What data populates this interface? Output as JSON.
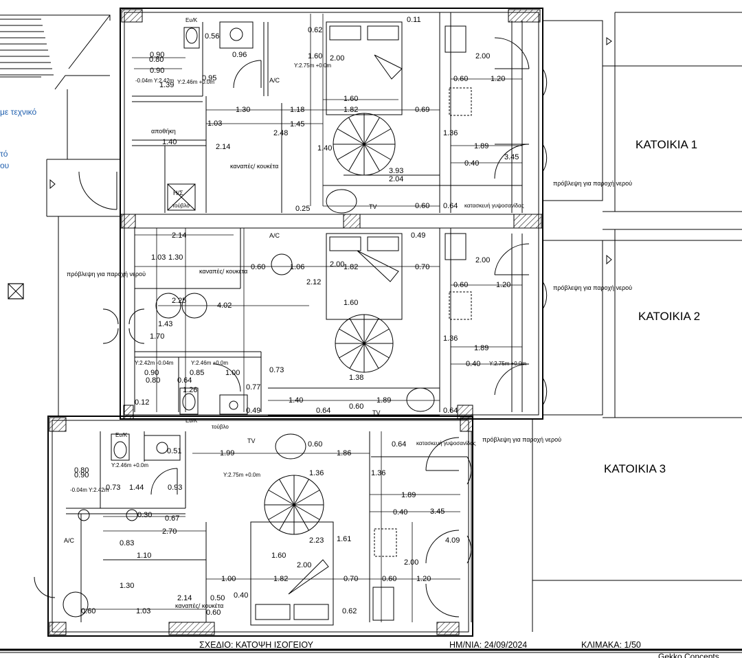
{
  "units": {
    "unit1": "ΚΑΤΟΙΚΙΑ 1",
    "unit2": "ΚΑΤΟΙΚΙΑ 2",
    "unit3": "ΚΑΤΟΙΚΙΑ 3"
  },
  "room_labels": {
    "storage": "αποθήκη",
    "bunk_1": "καναπές/ κουκέτα",
    "bunk_2": "καναπές/ κουκέτα",
    "bunk_3": "καναπές/ κουκέτα",
    "water_1": "πρόβλεψη για παροχή νερού",
    "water_2": "πρόβλεψη για παροχή νερού",
    "water_3": "πρόβλεψη για παροχή νερού",
    "water_left": "πρόβλεψη για παροχή νερού",
    "kitchen_1": "κατασκευή γυψοσανίδας",
    "kitchen_3": "κατασκευή γυψοσανίδας",
    "wall_note": "τούβλο",
    "meter": "Η/Σ",
    "meter_sub": "τούβλο",
    "wc": "Ευ/Κ",
    "ac": "A/C",
    "tv": "TV"
  },
  "left_texts": {
    "line1": "με τεχνικό",
    "line2": "τό",
    "line3": "ου"
  },
  "levels": {
    "u1_bath": "Y:2.46m +0.0m",
    "u1_shower": "-0.04m Y:2.42m",
    "u1_room": "Y:2.75m +0.0m",
    "u2_shower": "Y:2.42m  -0.04m",
    "u2_bath": "Y:2.46m  +0.0m",
    "u2_room": "Y:2.75m +0.0m",
    "u3_bath": "Y:2.46m +0.0m",
    "u3_shower": "-0.04m Y:2.42m",
    "u3_room": "Y:2.75m +0.0m"
  },
  "dims": {
    "u1": [
      "0.62",
      "0.11",
      "0.56",
      "0.80",
      "0.90",
      "0.96",
      "0.90",
      "0.95",
      "1.39",
      "1.60",
      "2.00",
      "1.60",
      "1.82",
      "0.69",
      "1.30",
      "1.18",
      "1.03",
      "1.45",
      "2.48",
      "1.40",
      "2.14",
      "1.40",
      "3.93",
      "2.04",
      "0.25",
      "0.60",
      "0.64",
      "0.60",
      "1.20",
      "2.00",
      "1.36",
      "1.89",
      "0.40",
      "3.45"
    ],
    "u2": [
      "2.14",
      "1.03",
      "1.30",
      "0.60",
      "1.06",
      "2.00",
      "1.82",
      "0.70",
      "0.49",
      "2.12",
      "1.60",
      "2.25",
      "4.02",
      "1.43",
      "1.70",
      "0.60",
      "1.20",
      "2.00",
      "1.36",
      "1.89",
      "0.40",
      "0.90",
      "0.85",
      "1.00",
      "0.80",
      "0.64",
      "0.73",
      "1.26",
      "0.77",
      "0.12",
      "1.40",
      "1.89",
      "0.64",
      "0.60",
      "0.64",
      "0.49",
      "1.38"
    ],
    "u3": [
      "0.60",
      "0.64",
      "0.51",
      "1.99",
      "1.86",
      "0.80",
      "0.90",
      "1.36",
      "1.36",
      "0.73",
      "1.44",
      "0.93",
      "0.30",
      "0.67",
      "2.70",
      "1.89",
      "0.40",
      "3.45",
      "0.83",
      "1.10",
      "1.61",
      "2.23",
      "1.60",
      "2.00",
      "4.09",
      "1.00",
      "1.82",
      "0.70",
      "0.60",
      "1.20",
      "2.00",
      "1.30",
      "2.14",
      "0.50",
      "0.40",
      "0.60",
      "1.03",
      "0.60",
      "0.62"
    ]
  },
  "title_block": {
    "drawing": "ΣΧΕΔΙΟ: ΚΑΤΟΨΗ ΙΣΟΓΕΙΟΥ",
    "date": "ΗΜ/ΝΙΑ: 24/09/2024",
    "scale": "ΚΛΙΜΑΚΑ: 1/50",
    "company": "Gekko Concepts"
  }
}
